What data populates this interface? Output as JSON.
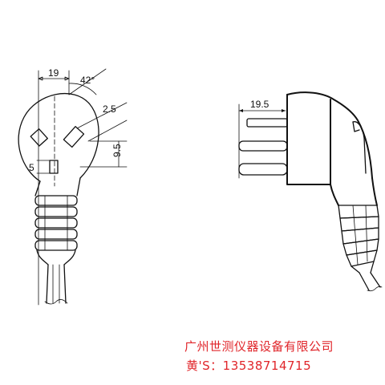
{
  "dimensions": {
    "front_width": "19",
    "pin_angle": "42°",
    "pin_thickness": "2.5",
    "pin_spacing": "9.5",
    "earth_offset": "5",
    "side_pin_length": "19.5"
  },
  "caption": {
    "company": "广州世测仪器设备有限公司",
    "contact": "黄'S：13538714715"
  },
  "colors": {
    "line": "#111111",
    "caption": "#e0252a"
  }
}
